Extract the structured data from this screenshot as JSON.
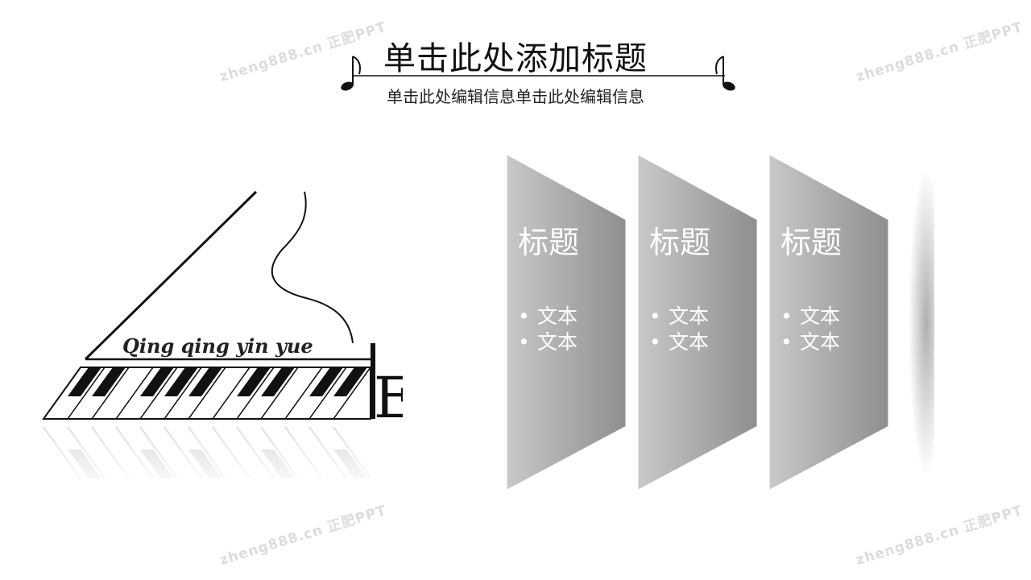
{
  "slide": {
    "title": "单击此处添加标题",
    "subtitle": "单击此处编辑信息单击此处编辑信息"
  },
  "logo": {
    "script_text": "Qing qing yin yue"
  },
  "cards": [
    {
      "title": "标题",
      "bullets": [
        "文本",
        "文本"
      ]
    },
    {
      "title": "标题",
      "bullets": [
        "文本",
        "文本"
      ]
    },
    {
      "title": "标题",
      "bullets": [
        "文本",
        "文本"
      ]
    }
  ],
  "watermarks": [
    "zheng888.cn 正肥PPT",
    "zheng888.cn 正肥PPT",
    "zheng888.cn 正肥PPT",
    "zheng888.cn 正肥PPT"
  ],
  "colors": {
    "card_light": "#c8c8c8",
    "card_dark": "#8c8c8c",
    "text_dark": "#111111"
  }
}
